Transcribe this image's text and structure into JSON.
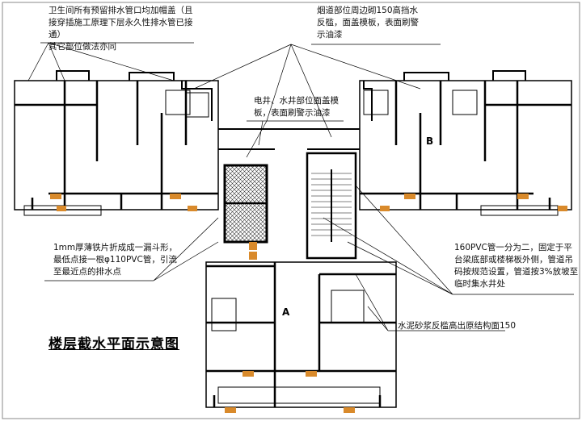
{
  "title": "楼层截水平面示意图",
  "unit_labels": {
    "a": "A",
    "b": "B"
  },
  "notes": {
    "toilet_drain": "卫生间所有预留排水管口均加帽盖（且接穿插施工原理下层永久性排水管已接通）\n其它部位做法亦同",
    "flue": "烟道部位周边砌150高挡水\n反槛，面盖模板，表面刷警\n示油漆",
    "shaft": "电井、水井部位面盖模\n板，表面刷警示油漆",
    "funnel": "1mm厚薄铁片折成成一漏斗形，\n最低点接一根φ110PVC管，引流\n至最近点的排水点",
    "pvc_pipe": "160PVC管一分为二，固定于平\n台梁底部或楼梯板外侧，管道吊\n码按规范设置，管道按3%放坡至\n临时集水井处",
    "curb": "水泥砂浆反槛高出原结构面150"
  },
  "colors": {
    "line": "#000000",
    "marker": "#d98a2b",
    "hatch": "#333333"
  }
}
